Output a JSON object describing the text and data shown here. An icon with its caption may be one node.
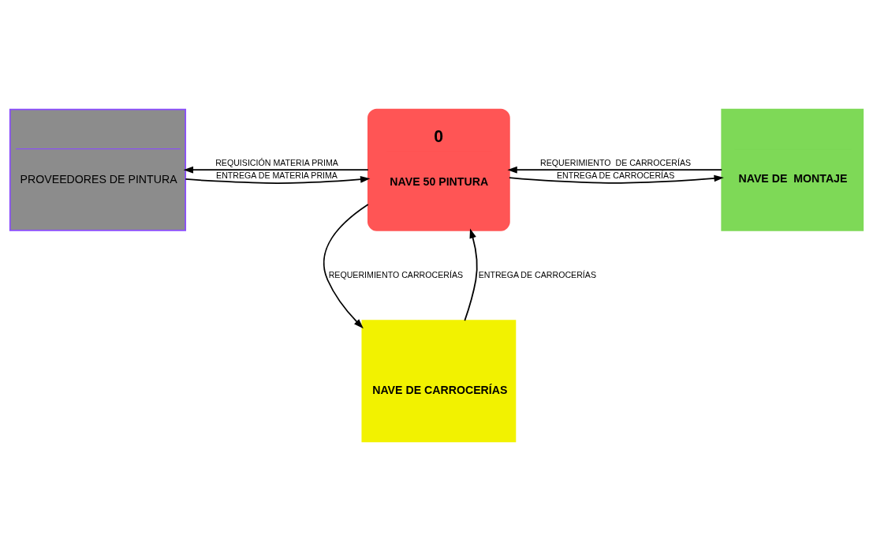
{
  "diagram": {
    "nodes": [
      {
        "text": [
          "PROVEEDORES DE PINTURA"
        ]
      },
      {
        "text": [
          "0",
          "NAVE 50 PINTURA"
        ]
      },
      {
        "text": [
          "NAVE DE  MONTAJE"
        ]
      },
      {
        "text": [
          "NAVE DE CARROCERÍAS"
        ]
      }
    ],
    "edges": [
      {
        "from": 0,
        "to": 1,
        "arrow": "to",
        "label": "ENTREGA DE MATERIA PRIMA"
      },
      {
        "from": 1,
        "to": 0,
        "arrow": "to",
        "label": "REQUISICIÓN MATERIA PRIMA"
      },
      {
        "from": 1,
        "to": 2,
        "arrow": "to",
        "label": "ENTREGA DE CARROCERÍAS"
      },
      {
        "from": 2,
        "to": 1,
        "arrow": "to",
        "label": "REQUERIMIENTO  DE CARROCERÍAS"
      },
      {
        "from": 1,
        "to": 3,
        "arrow": "to",
        "label": "REQUERIMIENTO CARROCERÍAS"
      },
      {
        "from": 3,
        "to": 1,
        "arrow": "to",
        "label": "ENTREGA DE CARROCERÍAS"
      }
    ]
  }
}
